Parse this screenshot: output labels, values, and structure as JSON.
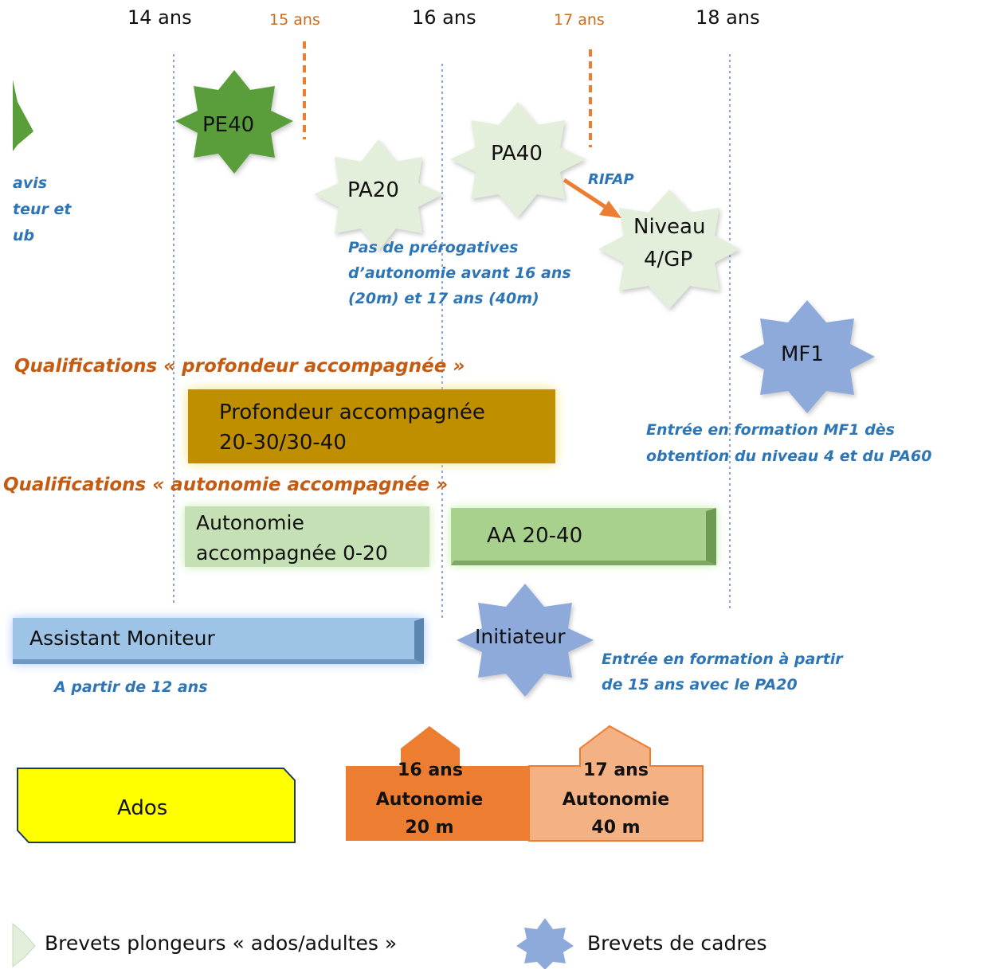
{
  "ages": {
    "a14": "14 ans",
    "a15": "15 ans",
    "a16": "16 ans",
    "a17": "17 ans",
    "a18": "18 ans"
  },
  "badges": {
    "pe40": "PE40",
    "pa20": "PA20",
    "pa40": "PA40",
    "niveau4_line1": "Niveau",
    "niveau4_line2": "4/GP",
    "mf1": "MF1",
    "initiateur": "Initiateur"
  },
  "arrow_label": "RIFAP",
  "notes": {
    "left_cut_1": "avis",
    "left_cut_2": "teur et",
    "left_cut_3": "ub",
    "prerogatives_1": "Pas de prérogatives",
    "prerogatives_2": "d’autonomie avant 16 ans",
    "prerogatives_3": "(20m) et 17 ans (40m)",
    "mf1_1": "Entrée en formation MF1 dès",
    "mf1_2": "obtention du niveau 4 et du PA60",
    "assistant": "A partir de 12 ans",
    "initiateur_1": "Entrée en formation à partir",
    "initiateur_2": "de 15 ans avec le PA20"
  },
  "qualifications": {
    "profondeur": "Qualifications « profondeur accompagnée »",
    "autonomie": "Qualifications « autonomie accompagnée »"
  },
  "boxes": {
    "profondeur_1": "Profondeur accompagnée",
    "profondeur_2": "20-30/30-40",
    "aa020_1": "Autonomie",
    "aa020_2": "accompagnée 0-20",
    "aa2040": "AA 20-40",
    "assistant": "Assistant Moniteur"
  },
  "milestones": {
    "ados": "Ados",
    "m16_1": "16 ans",
    "m16_2": "Autonomie",
    "m16_3": "20 m",
    "m17_1": "17 ans",
    "m17_2": "Autonomie",
    "m17_3": "40 m"
  },
  "legend": {
    "ados_adultes": "Brevets plongeurs « ados/adultes »",
    "cadres": "Brevets de cadres"
  },
  "colors": {
    "green_dark": "#5a9e3a",
    "green_light": "#e3efda",
    "blue_cadre": "#8eaadb",
    "gold": "#bf8f00",
    "green_box": "#a9d18e",
    "blue_box": "#9dc3e6",
    "yellow": "#ffff00",
    "orange": "#ed7d31",
    "orange_light": "#f4b183",
    "note_blue": "#2e75b6",
    "qual_orange": "#c55a11"
  }
}
